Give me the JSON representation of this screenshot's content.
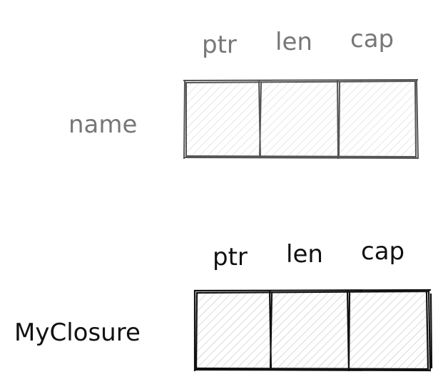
{
  "diagram": {
    "rows": [
      {
        "id": "name",
        "label": "name",
        "fields": [
          "ptr",
          "len",
          "cap"
        ],
        "stroke": "#555555",
        "text_color": "#777777"
      },
      {
        "id": "myclosure",
        "label": "MyClosure",
        "fields": [
          "ptr",
          "len",
          "cap"
        ],
        "stroke": "#111111",
        "text_color": "#111111"
      }
    ]
  }
}
